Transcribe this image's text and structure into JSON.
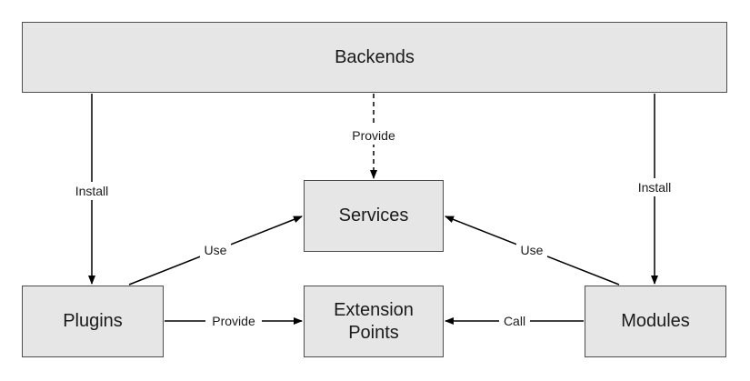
{
  "nodes": {
    "backends": "Backends",
    "services": "Services",
    "plugins": "Plugins",
    "extension_points": "Extension\nPoints",
    "modules": "Modules"
  },
  "edges": {
    "backends_to_plugins": "Install",
    "backends_to_services": "Provide",
    "backends_to_modules": "Install",
    "plugins_to_services": "Use",
    "modules_to_services": "Use",
    "plugins_to_extension": "Provide",
    "modules_to_extension": "Call"
  },
  "colors": {
    "node_fill": "#e6e6e6",
    "node_border": "#4d4d4d",
    "edge": "#000000"
  }
}
